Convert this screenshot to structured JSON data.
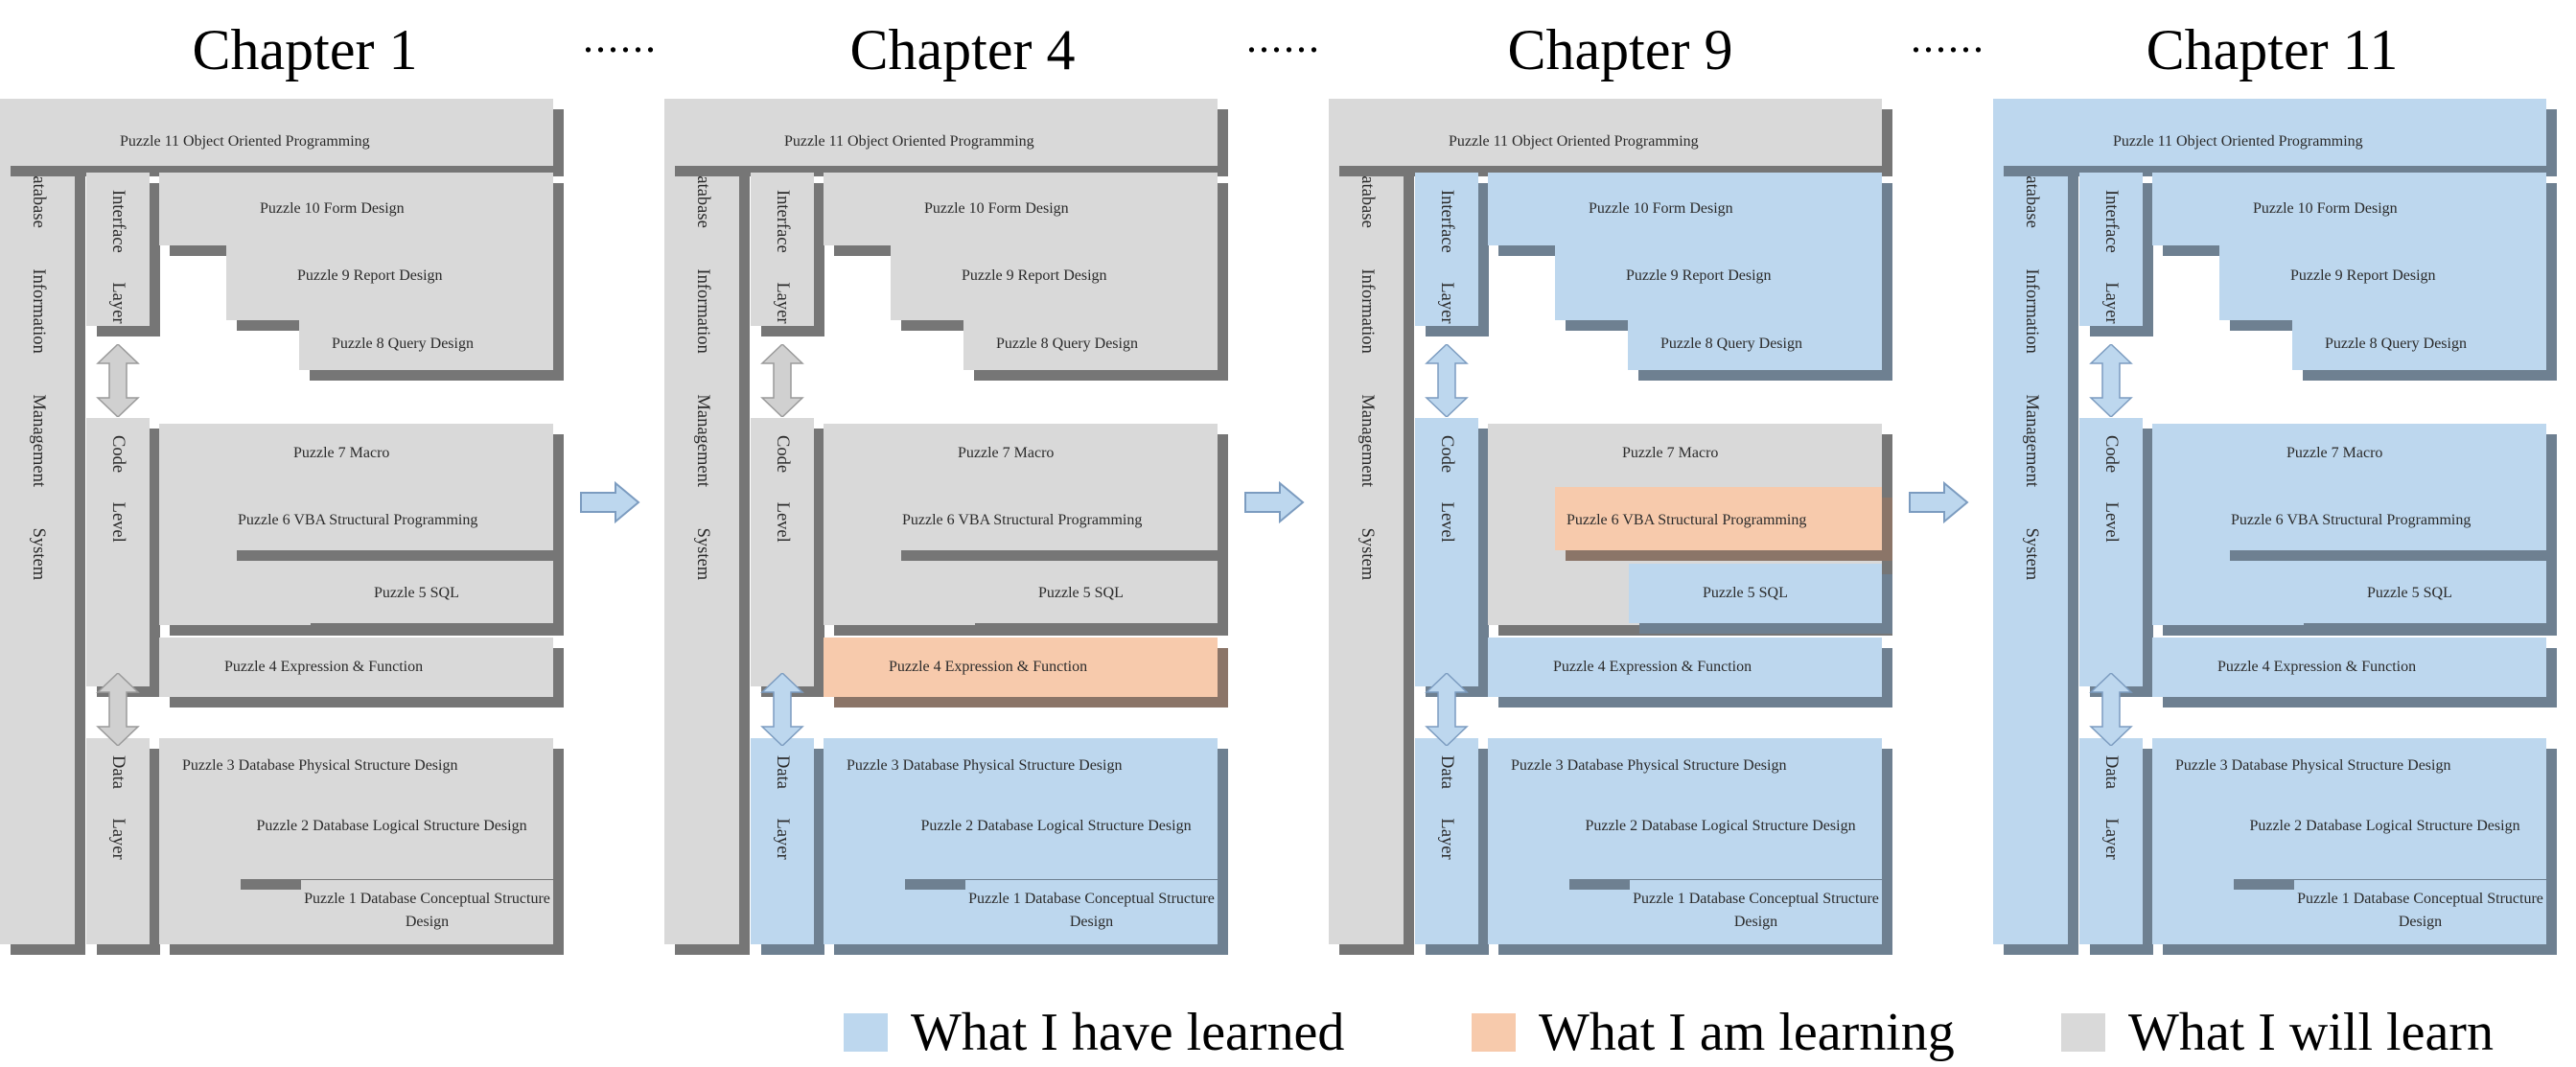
{
  "colors": {
    "learned": "#bdd7ee",
    "learning": "#f7caac",
    "will_learn": "#d9d9d9"
  },
  "ellipsis": "......",
  "labels": {
    "dims": "Database  Information  Management  System",
    "interface": "Interface  Layer",
    "code": "Code  Level",
    "data": "Data  Layer",
    "p11": "Puzzle 11  Object Oriented Programming",
    "p10": "Puzzle 10  Form Design",
    "p9": "Puzzle 9  Report Design",
    "p8": "Puzzle 8   Query Design",
    "p7": "Puzzle 7  Macro",
    "p6": "Puzzle 6  VBA Structural Programming",
    "p5": "Puzzle 5  SQL",
    "p4": "Puzzle 4  Expression  &  Function",
    "p3": "Puzzle 3  Database Physical Structure Design",
    "p2": "Puzzle 2  Database Logical Structure Design",
    "p1": "Puzzle 1 Database Conceptual Structure Design"
  },
  "chapters": [
    {
      "title": "Chapter 1",
      "status": {
        "dims": "gray",
        "p11": "gray",
        "interface": "gray",
        "p10": "gray",
        "p9": "gray",
        "p8": "gray",
        "code": "gray",
        "p7": "gray",
        "p6": "gray",
        "p5": "gray",
        "p4": "gray",
        "data": "gray",
        "p3": "gray",
        "p2": "gray",
        "p1": "gray"
      }
    },
    {
      "title": "Chapter 4",
      "status": {
        "dims": "gray",
        "p11": "gray",
        "interface": "gray",
        "p10": "gray",
        "p9": "gray",
        "p8": "gray",
        "code": "gray",
        "p7": "gray",
        "p6": "gray",
        "p5": "gray",
        "p4": "orange",
        "data": "blue",
        "p3": "blue",
        "p2": "blue",
        "p1": "blue"
      }
    },
    {
      "title": "Chapter 9",
      "status": {
        "dims": "gray",
        "p11": "gray",
        "interface": "blue",
        "p10": "blue",
        "p9": "blue",
        "p8": "blue",
        "code": "blue",
        "p7": "gray",
        "p6": "orange",
        "p5": "blue",
        "p4": "blue",
        "data": "blue",
        "p3": "blue",
        "p2": "blue",
        "p1": "blue"
      }
    },
    {
      "title": "Chapter 11",
      "status": {
        "dims": "blue",
        "p11": "blue",
        "interface": "blue",
        "p10": "blue",
        "p9": "blue",
        "p8": "blue",
        "code": "blue",
        "p7": "blue",
        "p6": "blue",
        "p5": "blue",
        "p4": "blue",
        "data": "blue",
        "p3": "blue",
        "p2": "blue",
        "p1": "blue"
      }
    }
  ],
  "legend": [
    {
      "label": "What I have learned",
      "status": "blue"
    },
    {
      "label": "What I am learning",
      "status": "orange"
    },
    {
      "label": "What I will learn",
      "status": "gray"
    }
  ]
}
